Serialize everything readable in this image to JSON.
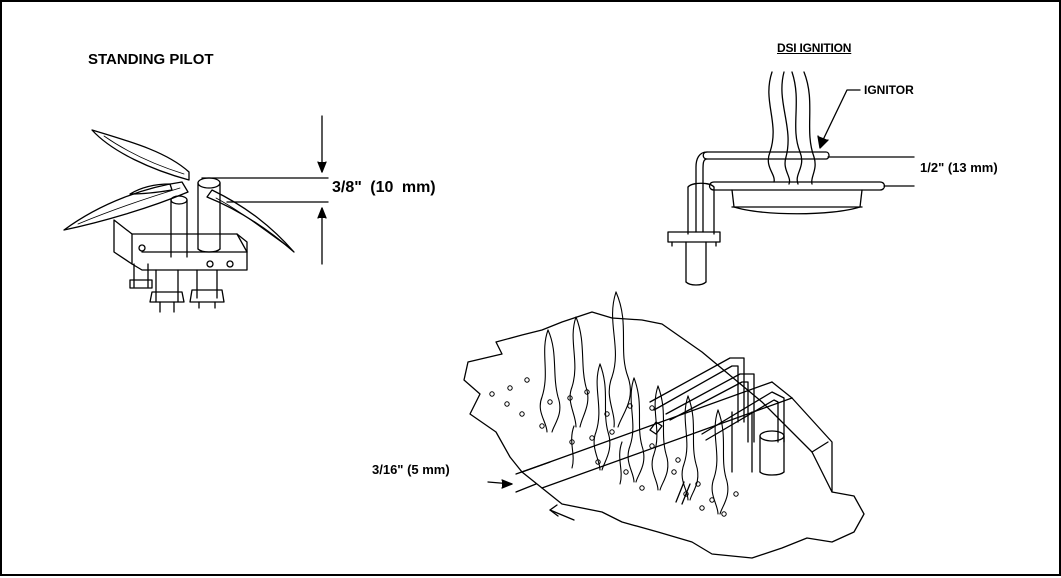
{
  "labels": {
    "standing_pilot": "STANDING PILOT",
    "dsi_ignition": "DSI IGNITION",
    "ignitor": "IGNITOR",
    "pilot_gap": "3/8\"  (10  mm)",
    "dsi_gap": "1/2\" (13 mm)",
    "burner_gap": "3/16\" (5 mm)"
  },
  "colors": {
    "line": "#000000",
    "background": "#ffffff"
  }
}
